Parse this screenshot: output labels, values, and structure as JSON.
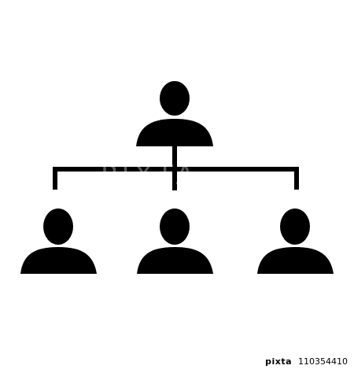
{
  "watermark": {
    "text": "PIXTA"
  },
  "footer": {
    "brand": "pixta",
    "image_id": "110354410"
  },
  "colors": {
    "icon": "#000000",
    "background": "#ffffff"
  },
  "icons": {
    "top_person": "person-icon",
    "left_person": "person-icon",
    "center_person": "person-icon",
    "right_person": "person-icon",
    "connector": "org-chart-connector"
  }
}
